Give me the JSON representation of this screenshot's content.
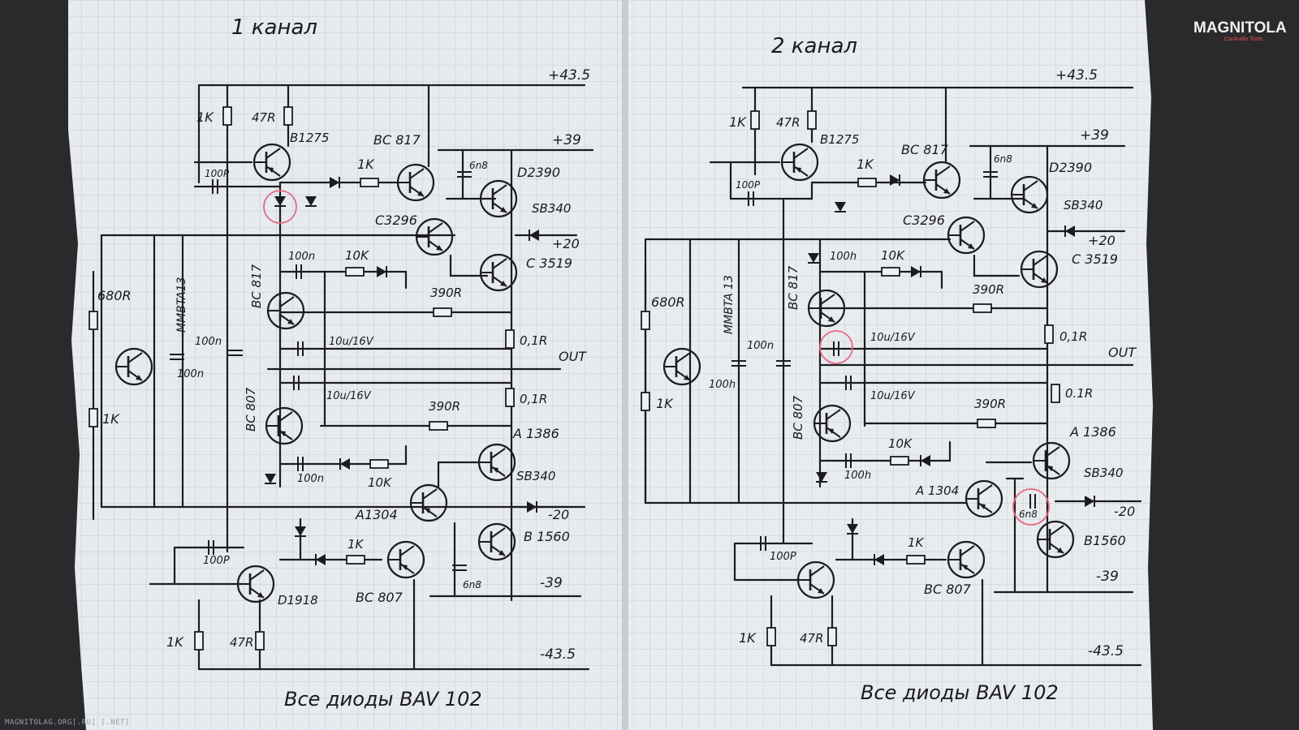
{
  "logo": {
    "main": "MAGNITOLA",
    "sub": "CarAudio Tools"
  },
  "footer_watermark": "MAGNITOLAG.ORG[.RU] [.NET]",
  "left": {
    "title": "1 канал",
    "rails": {
      "p435": "+43.5",
      "p39": "+39",
      "p20": "+20",
      "out": "OUT",
      "m20": "-20",
      "m39": "-39",
      "m435": "-43.5"
    },
    "note": "Все диоды BAV 102",
    "parts": {
      "r1k_top": "1K",
      "r47_top": "47R",
      "q_b1275": "B1275",
      "c100p_top": "100P",
      "r1k_fb": "1K",
      "q_bc817_drv": "BC 817",
      "c6n8_top": "6n8",
      "q_d2390": "D2390",
      "q_c3296": "C3296",
      "d_sb340_top": "SB340",
      "c100n_a": "100n",
      "r10k_a": "10K",
      "q_c3519": "C 3519",
      "q_bc817_v": "BC 817",
      "r390_a": "390R",
      "c10u_a": "10u/16V",
      "r680": "680R",
      "q_mmbta13": "MMBTA13",
      "c100n_l1": "100n",
      "c100n_l2": "100n",
      "r1k_l": "1K",
      "r01_a": "0,1R",
      "r01_b": "0,1R",
      "q_bc807_v": "BC 807",
      "c10u_b": "10u/16V",
      "r390_b": "390R",
      "q_a1386": "A 1386",
      "c100n_b": "100n",
      "r10k_b": "10K",
      "d_sb340_bot": "SB340",
      "q_a1304": "A1304",
      "c100p_bot": "100P",
      "r1k_bot_fb": "1K",
      "q_b1560": "B 1560",
      "q_d1918": "D1918",
      "q_bc807_drv": "BC 807",
      "c6n8_bot": "6n8",
      "r1k_bot": "1K",
      "r47_bot": "47R"
    }
  },
  "right": {
    "title": "2 канал",
    "rails": {
      "p435": "+43.5",
      "p39": "+39",
      "p20": "+20",
      "out": "OUT",
      "m20": "-20",
      "m39": "-39",
      "m435": "-43.5"
    },
    "note": "Все диоды BAV 102",
    "parts": {
      "r1k_top": "1K",
      "r47_top": "47R",
      "q_b1275": "B1275",
      "c100p_top": "100P",
      "r1k_fb": "1K",
      "q_bc817_drv": "BC 817",
      "c6n8_top": "6n8",
      "q_d2390": "D2390",
      "q_c3296": "C3296",
      "d_sb340_top": "SB340",
      "c100n_a": "100h",
      "r10k_a": "10K",
      "q_c3519": "C 3519",
      "q_bc817_v": "BC 817",
      "r390_a": "390R",
      "c10u_a": "10u/16V",
      "r680": "680R",
      "q_mmbta13": "MMBTA 13",
      "c100n_l1": "100n",
      "c100n_l2": "100h",
      "r1k_l": "1K",
      "r01_a": "0,1R",
      "r01_b": "0.1R",
      "q_bc807_v": "BC 807",
      "c10u_b": "10u/16V",
      "r390_b": "390R",
      "q_a1386": "A 1386",
      "c100n_b": "100h",
      "r10k_b": "10K",
      "d_sb340_bot": "SB340",
      "q_a1304": "A 1304",
      "c100p_bot": "100P",
      "r1k_bot_fb": "1K",
      "q_b1560": "B1560",
      "q_d1918": "",
      "q_bc807_drv": "BC 807",
      "c6n8_bot": "6n8",
      "r1k_bot": "1K",
      "r47_bot": "47R"
    }
  }
}
